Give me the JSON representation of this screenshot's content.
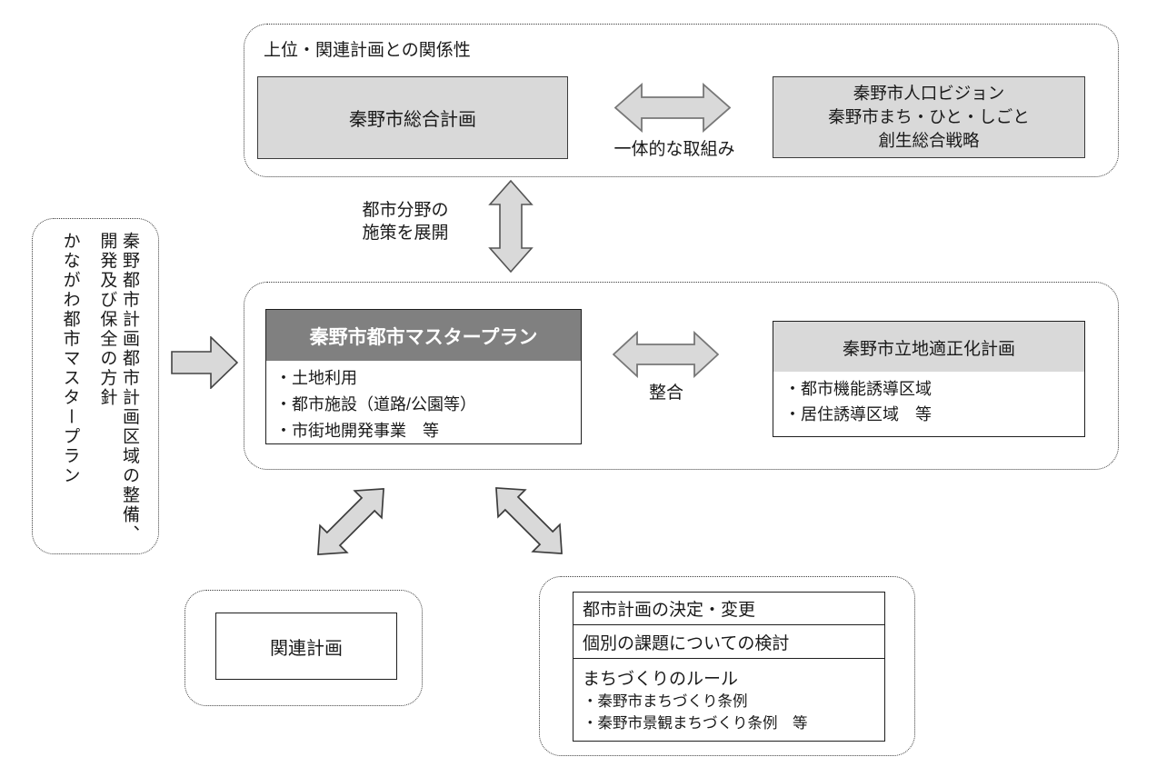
{
  "colors": {
    "box_fill_light": "#d9d9d9",
    "box_fill_dark": "#808080",
    "arrow_fill": "#d9d9d9",
    "border": "#1f1f1f"
  },
  "top_section": {
    "label": "上位・関連計画との関係性",
    "sogo_box": "秦野市総合計画",
    "arrow_label": "一体的な取組み",
    "vision_box_lines": [
      "秦野市人口ビジョン",
      "秦野市まち・ひと・しごと",
      "創生総合戦略"
    ]
  },
  "deploy_arrow": {
    "label_line1": "都市分野の",
    "label_line2": "施策を展開"
  },
  "left_panel": {
    "vertical_text_line1": "秦野都市計画都市計画区域の整備、",
    "vertical_text_line2": "開発及び保全の方針",
    "vertical_text_line3": "かながわ都市マスタープラン"
  },
  "middle_section": {
    "master_plan": {
      "title": "秦野市都市マスタープラン",
      "items": [
        "・土地利用",
        "・都市施設（道路/公園等）",
        "・市街地開発事業　等"
      ]
    },
    "arrow_label": "整合",
    "location_plan": {
      "title": "秦野市立地適正化計画",
      "items": [
        "・都市機能誘導区域",
        "・居住誘導区域　等"
      ]
    }
  },
  "bottom_left": {
    "related_plans_box": "関連計画"
  },
  "bottom_right": {
    "row1": "都市計画の決定・変更",
    "row2": "個別の課題についての検討",
    "row3_title": "まちづくりのルール",
    "row3_items": [
      "・秦野市まちづくり条例",
      "・秦野市景観まちづくり条例　等"
    ]
  }
}
